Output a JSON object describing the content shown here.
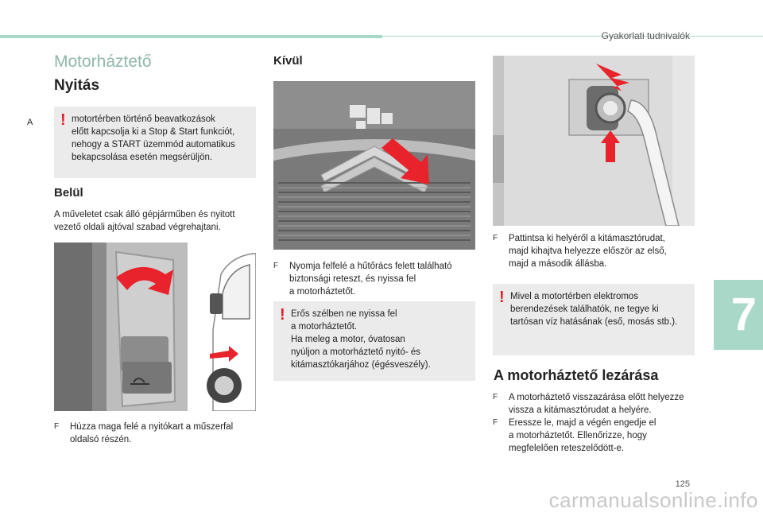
{
  "header": {
    "section_label": "Gyakorlati tudnivalók",
    "chapter_number": "7",
    "page_number": "125"
  },
  "watermark": "carmanualsonline.info",
  "margin_letter": "A",
  "left": {
    "title": "Motorháztető",
    "subtitle": "Nyitás",
    "warning": {
      "lines": [
        "motortérben történő beavatkozások",
        "előtt kapcsolja ki a Stop & Start funkciót,",
        "nehogy a START üzemmód automatikus",
        "bekapcsolása esetén megsérüljön."
      ]
    },
    "inside_heading": "Belül",
    "inside_text": [
      "A műveletet csak álló gépjárműben és nyitott",
      "vezető oldali ajtóval szabad végrehajtani."
    ],
    "bullet": [
      "Húzza maga felé a nyitókart a műszerfal",
      "oldalsó részén."
    ]
  },
  "middle": {
    "heading": "Kívül",
    "bullet": [
      "Nyomja felfelé a hűtőrács felett található",
      "biztonsági reteszt, és nyissa fel",
      "a motorháztetőt."
    ],
    "warning": {
      "lines": [
        "Erős szélben ne nyissa fel",
        "a motorháztetőt.",
        "Ha meleg a motor, óvatosan",
        "nyúljon a motorháztető nyitó- és",
        "kitámasztókarjához (égésveszély)."
      ]
    }
  },
  "right": {
    "bullet": [
      "Pattintsa ki helyéről a kitámasztórudat,",
      "majd kihajtva helyezze először az első,",
      "majd a második állásba."
    ],
    "warning": {
      "lines": [
        "Mivel a motortérben elektromos",
        "berendezések találhatók, ne tegye ki",
        "tartósan víz hatásának (eső, mosás stb.)."
      ]
    },
    "closing_heading": "A motorháztető lezárása",
    "closing_bullets": [
      [
        "A motorháztető visszazárása előtt helyezze",
        "vissza a kitámasztórudat a helyére."
      ],
      [
        "Eressze le, majd a végén engedje el",
        "a motorháztetőt. Ellenőrizze, hogy",
        "megfelelően reteszelődött-e."
      ]
    ]
  },
  "icons": {
    "warning_icon": "!",
    "bullet_icon": "F"
  },
  "colors": {
    "accent": "#a8d8c8",
    "title": "#8fb8a9",
    "warning": "#e0202a",
    "arrow": "#e8232b"
  }
}
